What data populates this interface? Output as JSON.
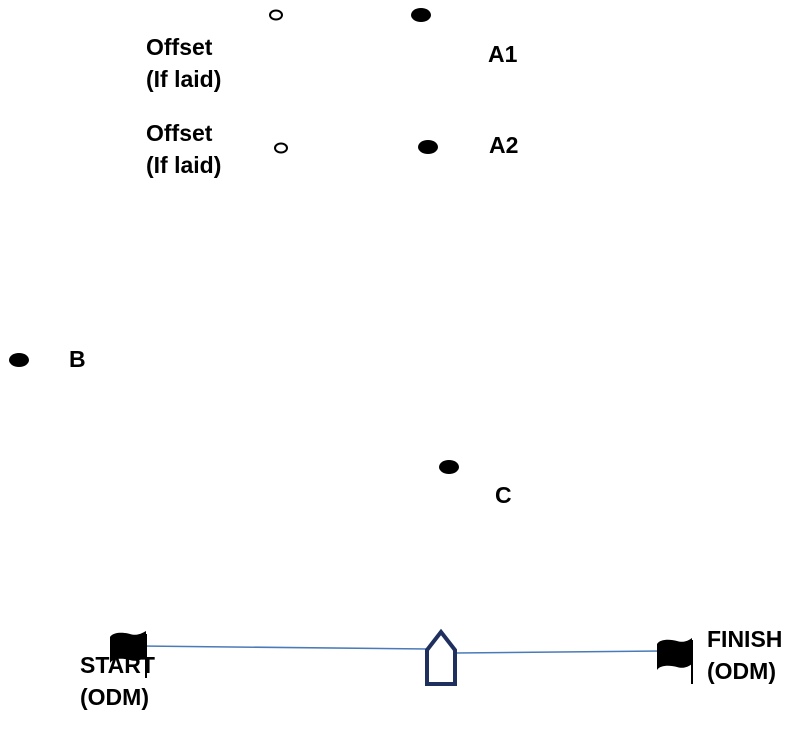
{
  "labels": {
    "offset_upper": [
      "Offset",
      "(If laid)"
    ],
    "offset_lower": [
      "Offset",
      "(If laid)"
    ],
    "mark_a1": "A1",
    "mark_a2": "A2",
    "mark_b": "B",
    "mark_c": "C",
    "start": [
      "START",
      "(ODM)"
    ],
    "finish": [
      "FINISH",
      "(ODM)"
    ]
  },
  "icons": {
    "mark": "filled-ellipse-mark",
    "offset_mark": "hollow-ellipse-mark",
    "flag": "flag-icon",
    "committee_boat": "boat-icon"
  },
  "colors": {
    "marks": "#000000",
    "line": "#4a7ab8",
    "boat_outline": "#1f2f5e"
  }
}
